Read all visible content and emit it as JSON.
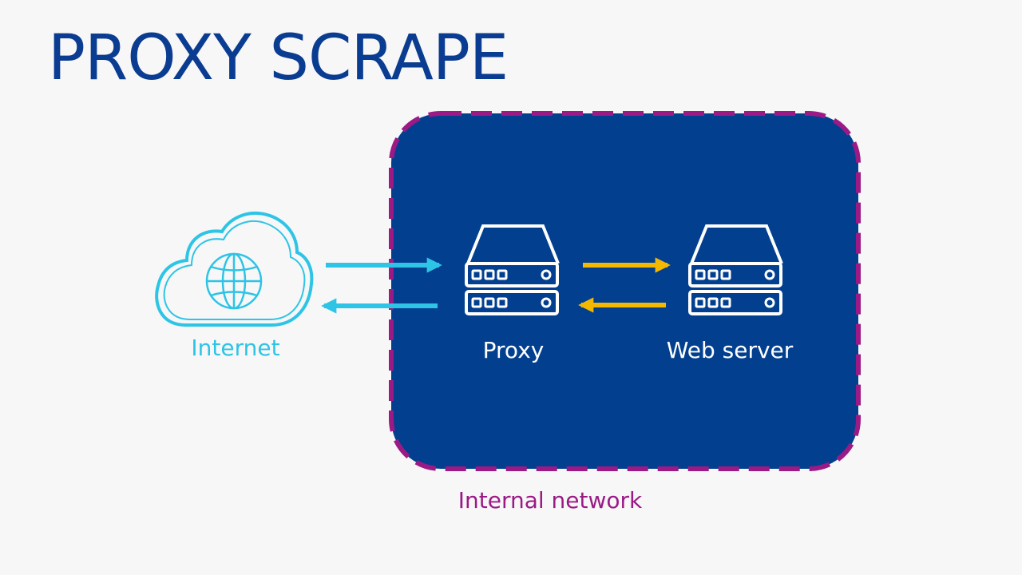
{
  "title": "PROXY SCRAPE",
  "nodes": {
    "internet": {
      "label": "Internet"
    },
    "proxy": {
      "label": "Proxy"
    },
    "web_server": {
      "label": "Web server"
    }
  },
  "network": {
    "label": "Internal network"
  },
  "colors": {
    "title": "#0a3d91",
    "network_fill": "#023f8f",
    "network_border": "#9b1a86",
    "internet_cyan": "#2ec4e6",
    "server_white": "#ffffff",
    "arrow_internal": "#f5b800",
    "background": "#f7f7f7"
  }
}
